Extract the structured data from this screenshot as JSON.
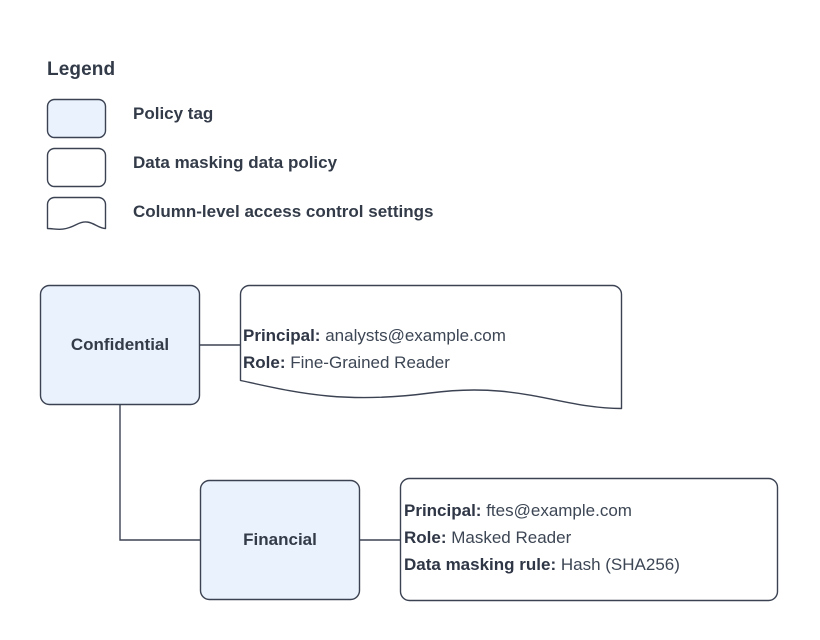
{
  "legend": {
    "title": "Legend",
    "items": [
      {
        "swatch": "policy-tag-swatch",
        "shape": "rounded-rect-filled",
        "label": "Policy tag"
      },
      {
        "swatch": "data-masking-policy-swatch",
        "shape": "rounded-rect",
        "label": "Data masking data policy"
      },
      {
        "swatch": "column-access-settings-swatch",
        "shape": "document-wave",
        "label": "Column-level access control settings"
      }
    ]
  },
  "diagram": {
    "nodes": [
      {
        "id": "confidential",
        "label": "Confidential"
      },
      {
        "id": "financial",
        "label": "Financial"
      }
    ],
    "callouts": [
      {
        "id": "confidential-callout",
        "shape": "document-wave",
        "lines": [
          {
            "key": "Principal:",
            "value": "analysts@example.com"
          },
          {
            "key": "Role:",
            "value": "Fine-Grained Reader"
          }
        ]
      },
      {
        "id": "financial-callout",
        "shape": "rounded-rect",
        "lines": [
          {
            "key": "Principal:",
            "value": "ftes@example.com"
          },
          {
            "key": "Role:",
            "value": "Masked Reader"
          },
          {
            "key": "Data masking rule:",
            "value": "Hash (SHA256)"
          }
        ]
      }
    ],
    "connectors": [
      {
        "id": "confidential-to-callout",
        "from": "confidential",
        "to": "confidential-callout"
      },
      {
        "id": "confidential-to-financial",
        "from": "confidential",
        "to": "financial"
      },
      {
        "id": "financial-to-callout",
        "from": "financial",
        "to": "financial-callout"
      }
    ]
  },
  "colors": {
    "node_fill": "#eaf2fd",
    "node_stroke": "#3b4252",
    "callout_fill": "#ffffff",
    "callout_stroke": "#3b4252",
    "text": "#333b49",
    "background": "#ffffff",
    "connector": "#3b4252"
  }
}
